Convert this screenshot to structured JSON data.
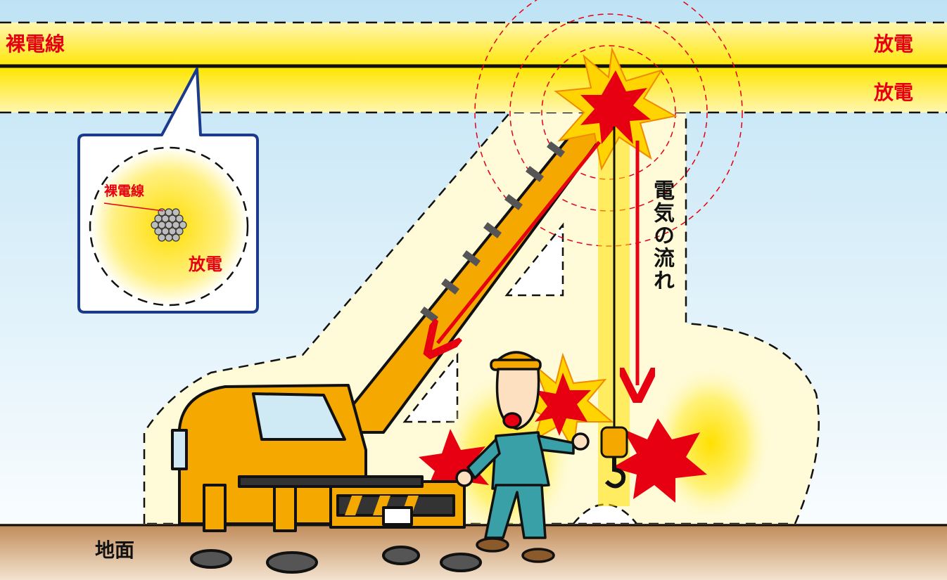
{
  "labels": {
    "bare_wire": "裸電線",
    "discharge_top": "放電",
    "discharge_mid": "放電",
    "inset_bare_wire": "裸電線",
    "inset_discharge": "放電",
    "current_flow": "電気の流れ",
    "ground": "地面"
  },
  "colors": {
    "sky": "#d8eef8",
    "glow_yellow": "#ffe800",
    "arrow_red": "#e60012",
    "crane_orange": "#f5a800",
    "ground_brown": "#c79a6a",
    "inset_border": "#1a3a8c",
    "worker_suit": "#3aa0a8"
  }
}
